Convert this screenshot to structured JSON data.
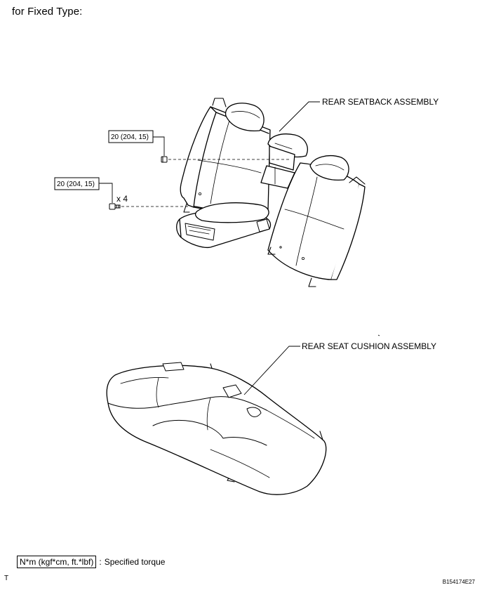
{
  "heading": "for Fixed Type:",
  "labels": {
    "seatback": "REAR SEATBACK ASSEMBLY",
    "cushion": "REAR SEAT CUSHION ASSEMBLY"
  },
  "torque": {
    "nut": "20 (204, 15)",
    "bolt": "20 (204, 15)",
    "bolt_qty": "x 4"
  },
  "legend": {
    "unit_box": "N*m (kgf*cm, ft.*lbf)",
    "separator": ":",
    "description": "Specified torque"
  },
  "footer": {
    "corner_mark": "T",
    "figure_id": "B154174E27"
  }
}
